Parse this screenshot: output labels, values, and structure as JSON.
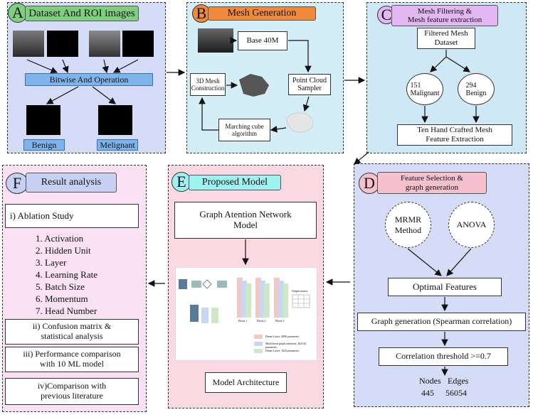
{
  "panelA": {
    "letter": "A",
    "title": "Dataset And ROI images",
    "operation": "Bitwise And Operation",
    "benign": "Benign",
    "malignant": "Melignant"
  },
  "panelB": {
    "letter": "B",
    "title": "Mesh Generation",
    "base": "Base 40M",
    "pointcloud": "Point Cloud\nSampler",
    "meshconstruct": "3D Mesh\nConstruction",
    "marching": "Marching cube\nalgorithm"
  },
  "panelC": {
    "letter": "C",
    "title": "Mesh Filtering &\nMesh feature extraction",
    "filtered": "Filtered Mesh\nDataset",
    "malignant": "151\nMalignant",
    "benign": "294\nBenign",
    "features": "Ten Hand Crafted Mesh\nFeature Extraction"
  },
  "panelD": {
    "letter": "D",
    "title": "Feature Selection &\ngraph generation",
    "mrmr": "MRMR\nMethod",
    "anova": "ANOVA",
    "optimal": "Optimal Features",
    "graphgen": "Graph generation (Spearman correlation)",
    "threshold": "Correlation threshold >=0.7",
    "nodes_label": "Nodes",
    "edges_label": "Edges",
    "nodes_value": "445",
    "edges_value": "56054"
  },
  "panelE": {
    "letter": "E",
    "title": "Proposed Model",
    "gat": "Graph Atention Network\nModel",
    "architecture": "Model Architecture",
    "arch_blocks": [
      "Block 1",
      "Block 2",
      "Block 3"
    ],
    "arch_output": "Output matrix",
    "arch_legend": [
      "Dense Layer, 4096 parameter",
      "Multi-head graph attention, 262144 parameter",
      "Dense Layer, 1024 parameter"
    ]
  },
  "panelF": {
    "letter": "F",
    "title": "Result analysis",
    "ablation": "i)  Ablation Study",
    "items": [
      "1. Activation",
      "2. Hidden Unit",
      "3. Layer",
      "4. Learning Rate",
      "5. Batch Size",
      "6. Momentum",
      "7. Head Number"
    ],
    "confusion": "ii) Confusion matrix &\nstatistical analysis",
    "performance": "iii) Performance comparison\nwith 10 ML model",
    "comparison": "iv)Comparison with\nprevious literature"
  },
  "colors": {
    "panelA_bg": "#d4dcf7",
    "panelB_bg": "#d4eef8",
    "panelC_bg": "#cfe8f5",
    "panelD_bg": "#d4dcf7",
    "panelE_bg": "#fbd9e3",
    "panelF_bg": "#fbe1f4",
    "titleA": "#7ed07e",
    "titleB": "#f08a3a",
    "titleC": "#e3b8f2",
    "titleD": "#f7c0cf",
    "titleE": "#9ff2f2",
    "titleF": "#c8d0f3"
  }
}
